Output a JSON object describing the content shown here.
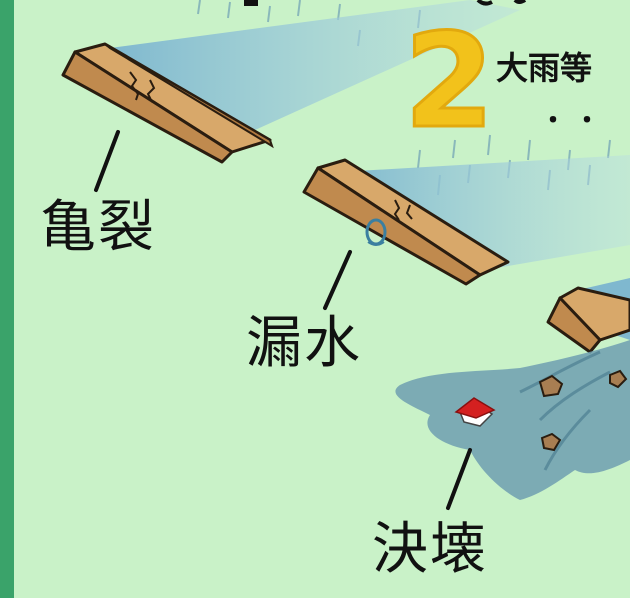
{
  "colors": {
    "background": "#c9f2c8",
    "left_border": "#3aa36a",
    "dike_top": "#d8a86a",
    "dike_side": "#c08a4e",
    "dike_outline": "#2a1d10",
    "water": "#7fb8cf",
    "water_light": "#b7dbe4",
    "flood": "#6f9fb0",
    "house_roof": "#d42020",
    "number_accent": "#f2c21b"
  },
  "labels": {
    "crack": "亀裂",
    "leak": "漏水",
    "breach": "決壊"
  },
  "badge": {
    "number": "2",
    "heading": "大雨等",
    "dots": "・・"
  }
}
